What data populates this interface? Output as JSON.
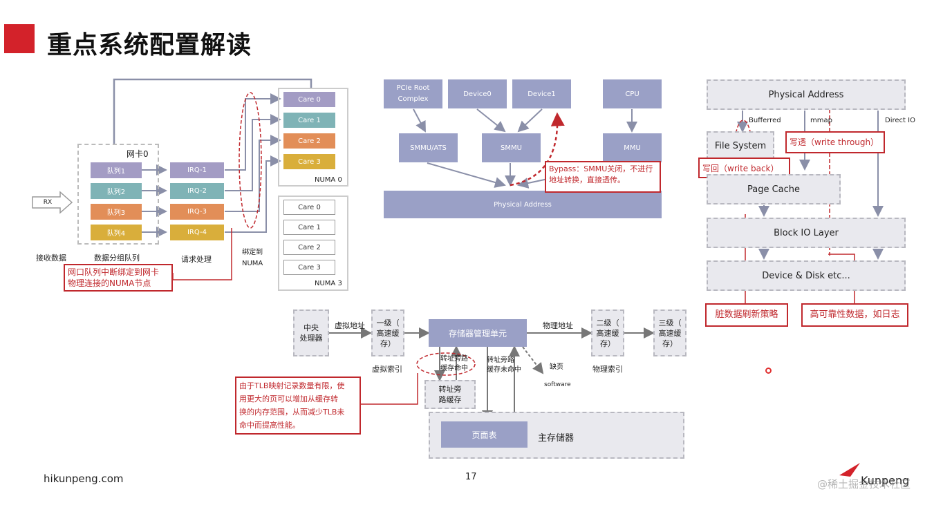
{
  "title": "重点系统配置解读",
  "footer": {
    "site": "hikunpeng.com",
    "page": "17",
    "brand": "Kunpeng",
    "watermark": "@稀土掘金技术社区"
  },
  "nic": {
    "rx": "RX",
    "nic_label": "网卡0",
    "queues": [
      "队列1",
      "队列2",
      "队列3",
      "队列4"
    ],
    "irqs": [
      "IRQ-1",
      "IRQ-2",
      "IRQ-3",
      "IRQ-4"
    ],
    "numa0_cores": [
      "Care 0",
      "Care 1",
      "Care 2",
      "Care 3"
    ],
    "numa3_cores": [
      "Care 0",
      "Care 1",
      "Care 2",
      "Care 3"
    ],
    "numa0_label": "NUMA 0",
    "numa3_label": "NUMA 3",
    "receive_label": "接收数据",
    "queue_group_label": "数据分组队列",
    "request_label": "请求处理",
    "bind_label": "绑定到\nNUMA",
    "note": "网口队列中断绑定到网卡\n物理连接的NUMA节点"
  },
  "smmu": {
    "pcie": "PCIe Root\nComplex",
    "device0": "Device0",
    "device1": "Device1",
    "cpu": "CPU",
    "smmu_ats": "SMMU/ATS",
    "smmu": "SMMU",
    "mmu": "MMU",
    "physical": "Physical Address",
    "bypass_note": "Bypass：SMMU关闭，不进行\n地址转换，直接透传。"
  },
  "io": {
    "physical": "Physical Address",
    "buffered": "Bufferred",
    "mmap": "mmap",
    "direct": "Direct IO",
    "fs": "File System",
    "write_through": "写透（write through）",
    "write_back": "写回（write back）",
    "page_cache": "Page Cache",
    "block": "Block IO Layer",
    "device": "Device & Disk etc...",
    "dirty_note": "脏数据刷新策略",
    "reliable_note": "高可靠性数据，如日志"
  },
  "mem": {
    "cpu": "中央\n处理器",
    "vaddr": "虚拟地址",
    "l1": "一级（\n高速缓\n存）",
    "vindex": "虚拟索引",
    "mmu": "存储器管理单元",
    "paddr": "物理地址",
    "l2": "二级（\n高速缓\n存）",
    "pindex": "物理索引",
    "l3": "三级（\n高速缓\n存）",
    "tlb_hit": "转址旁路\n缓存命中",
    "tlb_miss": "转址旁路\n缓存未命中",
    "page_fault": "缺页",
    "software": "software",
    "tlb": "转址旁\n路缓存",
    "page_table": "页面表",
    "main_mem": "主存储器",
    "note": "由于TLB映射记录数量有限，使\n用更大的页可以增加从缓存转\n换的内存范围，从而减少TLB未\n命中而提高性能。"
  }
}
